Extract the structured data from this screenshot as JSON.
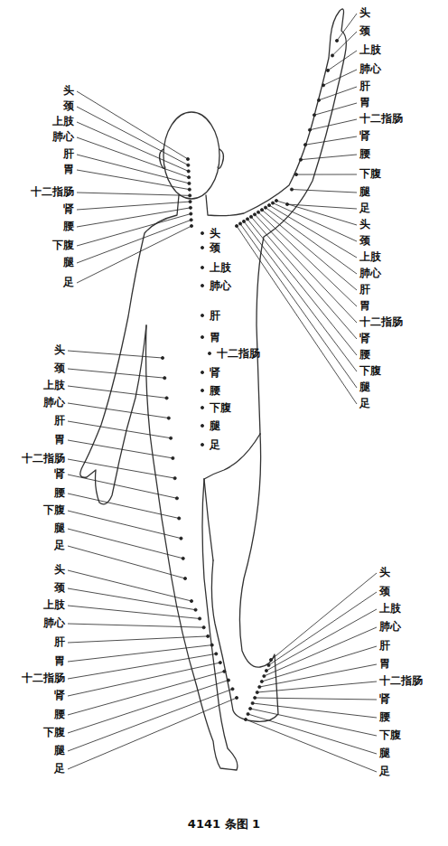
{
  "diagram": {
    "caption": "4141 条图 1",
    "labels": [
      "头",
      "颈",
      "上肢",
      "肺心",
      "肝",
      "胃",
      "十二指肠",
      "肾",
      "腰",
      "下腹",
      "腿",
      "足",
      "头",
      "颈",
      "上肢",
      "肺心",
      "肝",
      "胃",
      "十二指肠",
      "肾",
      "腰",
      "下腹",
      "腿",
      "足",
      "头",
      "颈",
      "上肢",
      "肺心",
      "肝",
      "胃",
      "十二指肠",
      "肾",
      "腰",
      "下腹",
      "腿",
      "足",
      "头",
      "颈",
      "上肢",
      "肺心",
      "肝",
      "胃",
      "十二指肠",
      "肾",
      "腰",
      "下腹",
      "腿",
      "足",
      "头",
      "颈",
      "上肢",
      "肺心",
      "肝",
      "胃",
      "十二指肠",
      "肾",
      "腰",
      "下腹",
      "腿",
      "足",
      "头",
      "颈",
      "上肢",
      "肺心",
      "肝",
      "胃",
      "十二指肠",
      "肾",
      "腰",
      "下腹",
      "腿",
      "足",
      "头",
      "颈",
      "上肢",
      "肺心",
      "肝",
      "胃",
      "十二指肠",
      "肾",
      "腰",
      "下腹",
      "腿",
      "足"
    ]
  }
}
